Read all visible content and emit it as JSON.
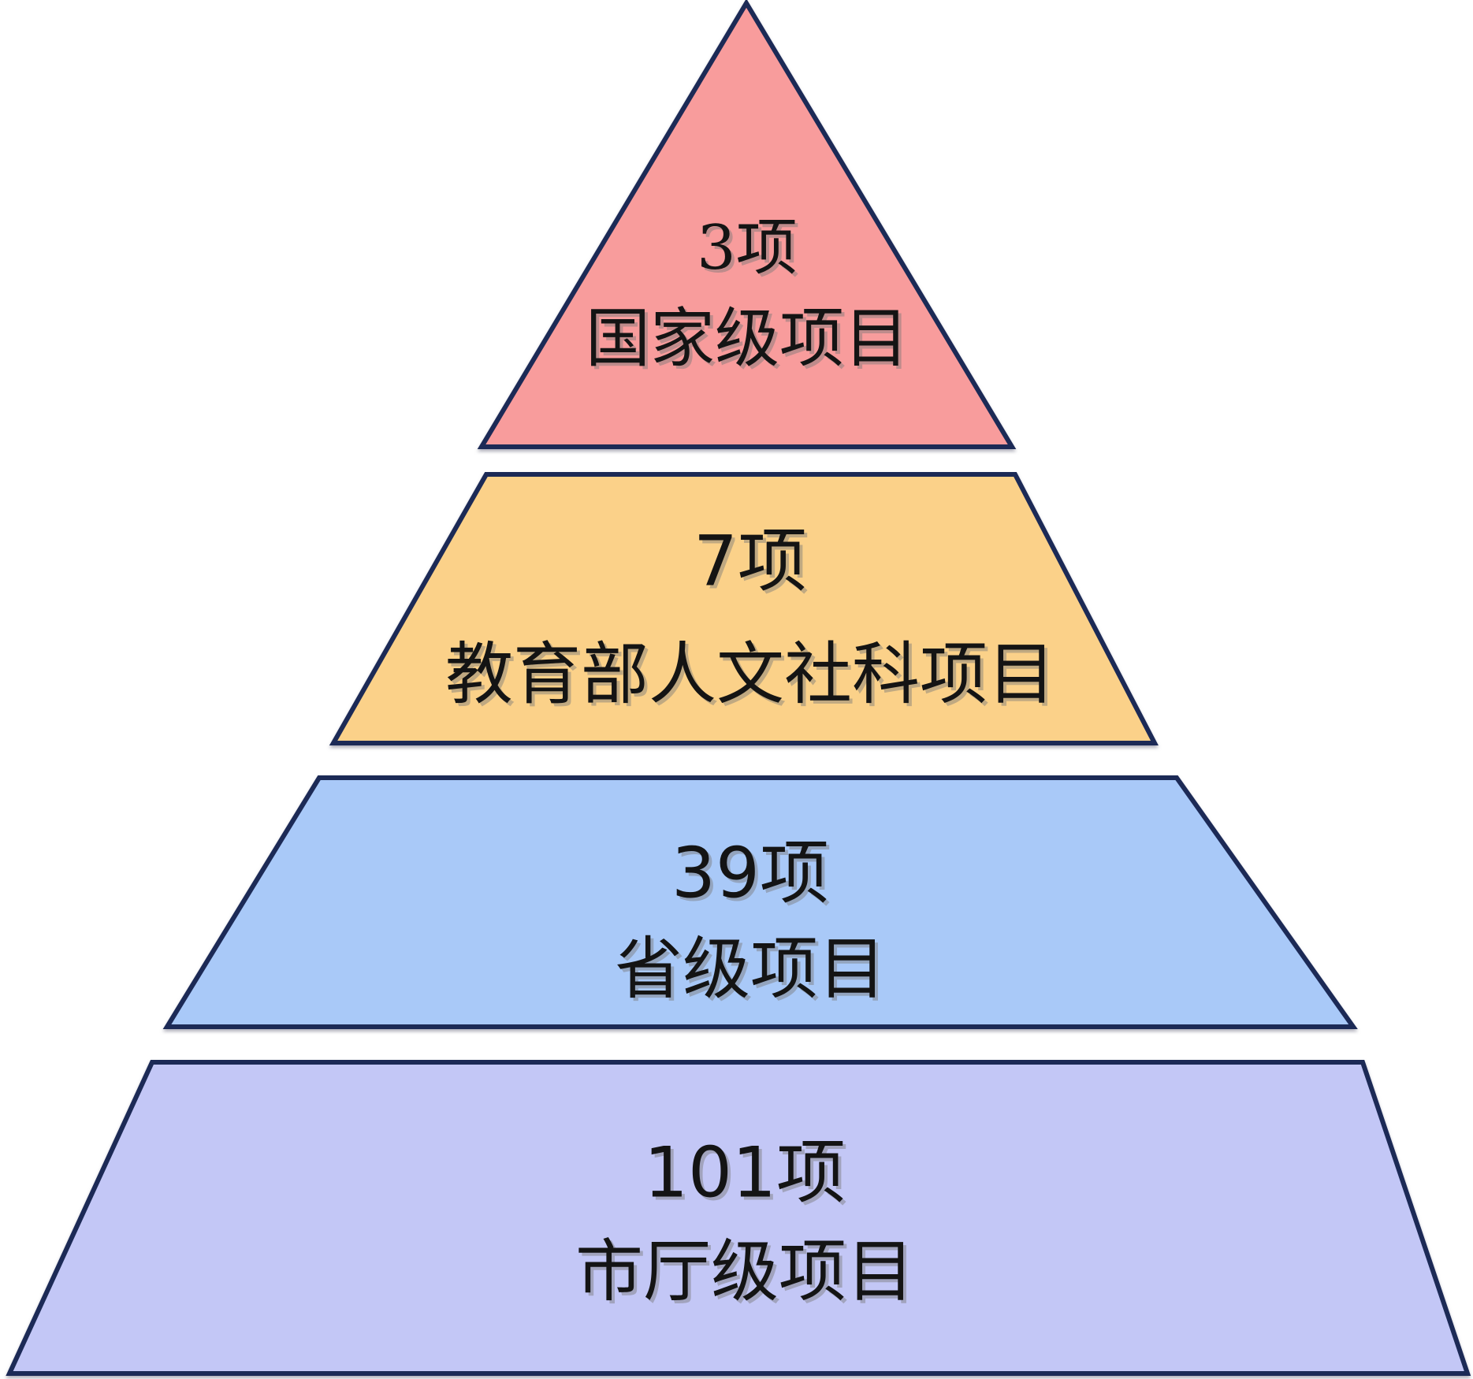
{
  "chart_data": {
    "type": "pyramid",
    "orientation": "apex-top",
    "levels": [
      {
        "count": 3,
        "count_label": "3项",
        "label": "国家级项目"
      },
      {
        "count": 7,
        "count_label": "7项",
        "label": "教育部人文社科项目"
      },
      {
        "count": 39,
        "count_label": "39项",
        "label": "省级项目"
      },
      {
        "count": 101,
        "count_label": "101项",
        "label": "市厅级项目"
      }
    ]
  },
  "colors": {
    "background": "#ffffff",
    "outline": "#1c2a56",
    "text": "#141414",
    "tier_fills": [
      "#f89c9c",
      "#fbd189",
      "#a9c9f8",
      "#c3c7f6"
    ]
  }
}
